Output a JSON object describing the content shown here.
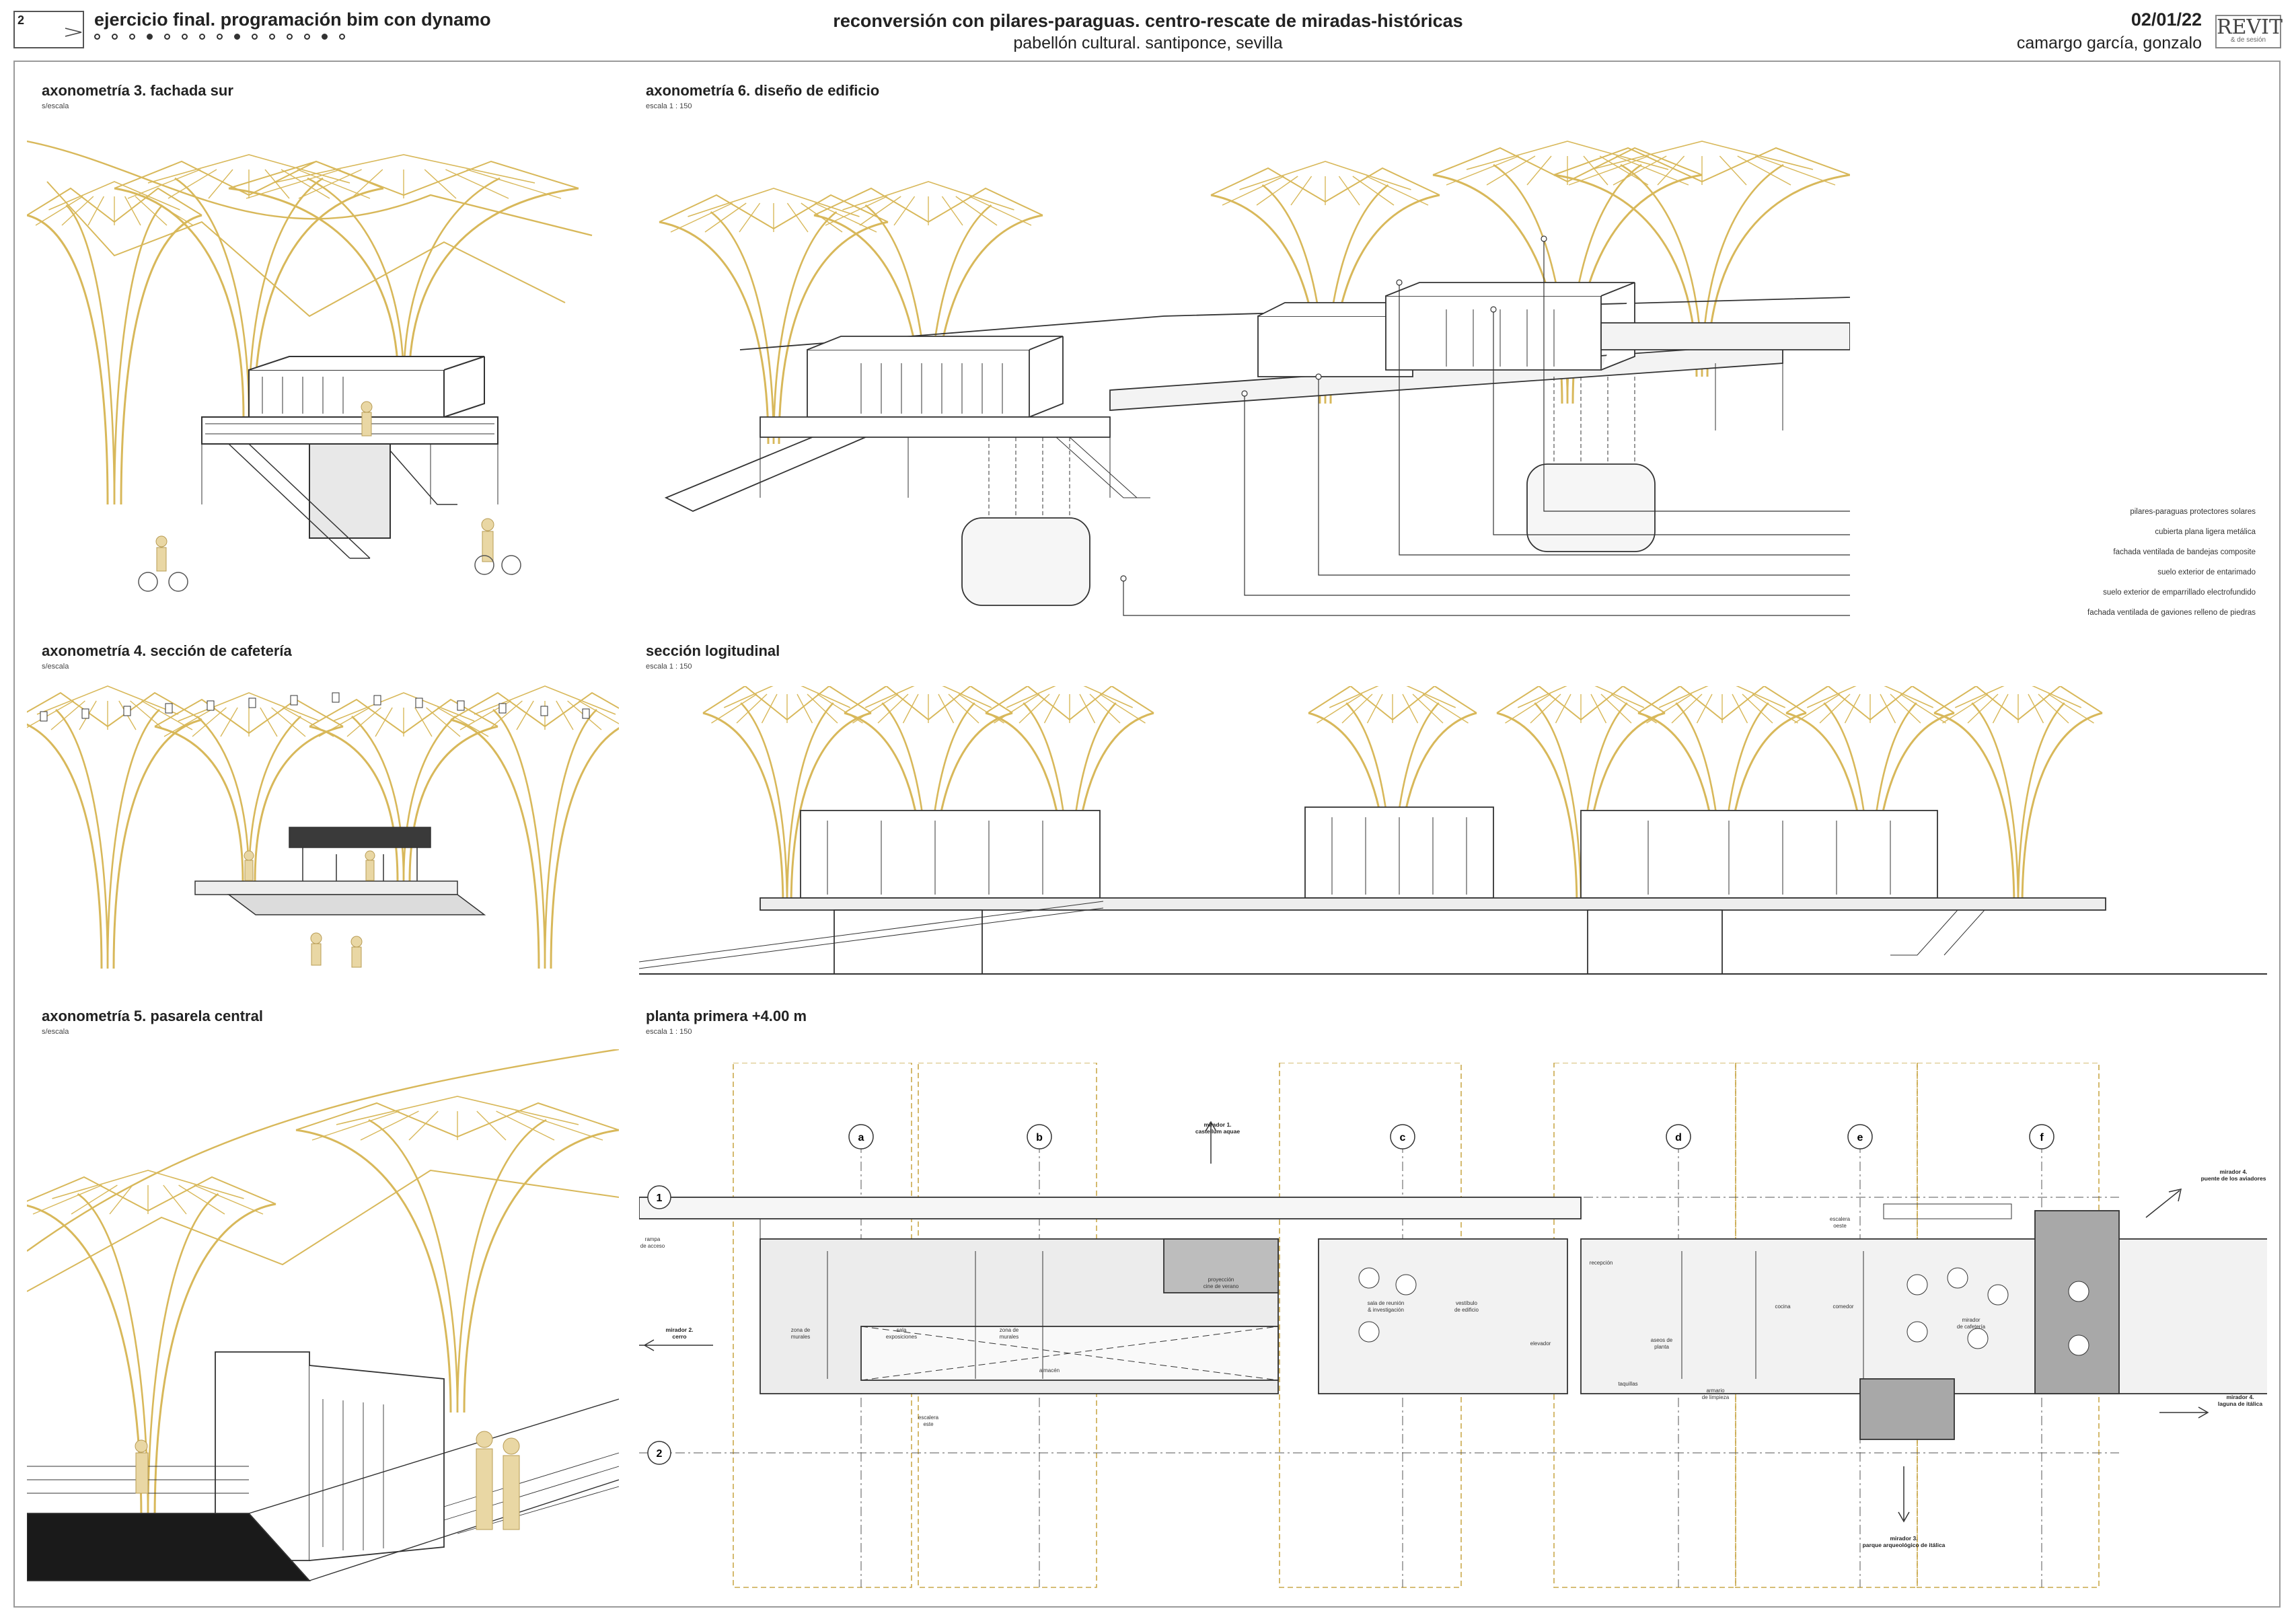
{
  "header": {
    "sheet_number": "2",
    "course_title": "ejercicio final. programación bim con dynamo",
    "project_title": "reconversión con pilares-paraguas. centro-rescate de miradas-históricas",
    "project_subtitle": "pabellón cultural. santiponce, sevilla",
    "date": "02/01/22",
    "author": "camargo garcía, gonzalo",
    "logo_text": "REVIT",
    "logo_sub": "& de sesión",
    "progress_total": 15,
    "progress_filled": [
      4,
      9,
      14
    ]
  },
  "colors": {
    "structure": "#d8b85a",
    "frame": "#9a9a9a",
    "line": "#333333",
    "grey": "#8a8a8a"
  },
  "panels": {
    "axo3": {
      "title": "axonometría 3. fachada sur",
      "scale": "s/escala"
    },
    "axo6": {
      "title": "axonometría 6. diseño de edificio",
      "scale": "escala     1 : 150"
    },
    "axo4": {
      "title": "axonometría 4. sección de cafetería",
      "scale": "s/escala"
    },
    "section": {
      "title": "sección logitudinal",
      "scale": "escala     1 : 150"
    },
    "axo5": {
      "title": "axonometría 5. pasarela central",
      "scale": "s/escala"
    },
    "plan": {
      "title": "planta primera +4.00 m",
      "scale": "escala     1 : 150"
    }
  },
  "legend": [
    "pilares-paraguas protectores solares",
    "cubierta plana ligera metálica",
    "fachada ventilada de bandejas composite",
    "suelo exterior de entarimado",
    "suelo exterior de emparrillado electrofundido",
    "fachada ventilada de gaviones relleno de piedras"
  ],
  "plan": {
    "grid_columns": [
      "a",
      "b",
      "c",
      "d",
      "e",
      "f"
    ],
    "grid_rows": [
      "1",
      "2"
    ],
    "rooms": {
      "rampa": "rampa\nde acceso",
      "sala_exposiciones": "sala\nexposiciones",
      "zona_murales_1": "zona de\nmurales",
      "zona_murales_2": "zona de\nmurales",
      "almacen": "almacén",
      "proyeccion": "proyección\ncine de verano",
      "sala_reunion": "sala de reunión\n& investigación",
      "vestibulo": "vestíbulo\nde edificio",
      "elevador": "elevador",
      "escalera_este": "escalera\neste",
      "recepcion": "recepción",
      "aseos": "aseos de\nplanta",
      "armario": "armario\nde limpieza",
      "taquillas": "taquillas",
      "cocina": "cocina",
      "comedor": "comedor",
      "mirador_cafeteria": "mirador\nde cafetería",
      "escalera_oeste": "escalera\noeste"
    },
    "miradores": {
      "m1": "mirador 1.\ncastellum aquae",
      "m2": "mirador 2.\ncerro",
      "m3": "mirador 3.\nparque arqueológico de itálica",
      "m4": "mirador 4.\nlaguna de itálica",
      "m5": "mirador 4.\npuente de los aviadores"
    }
  }
}
